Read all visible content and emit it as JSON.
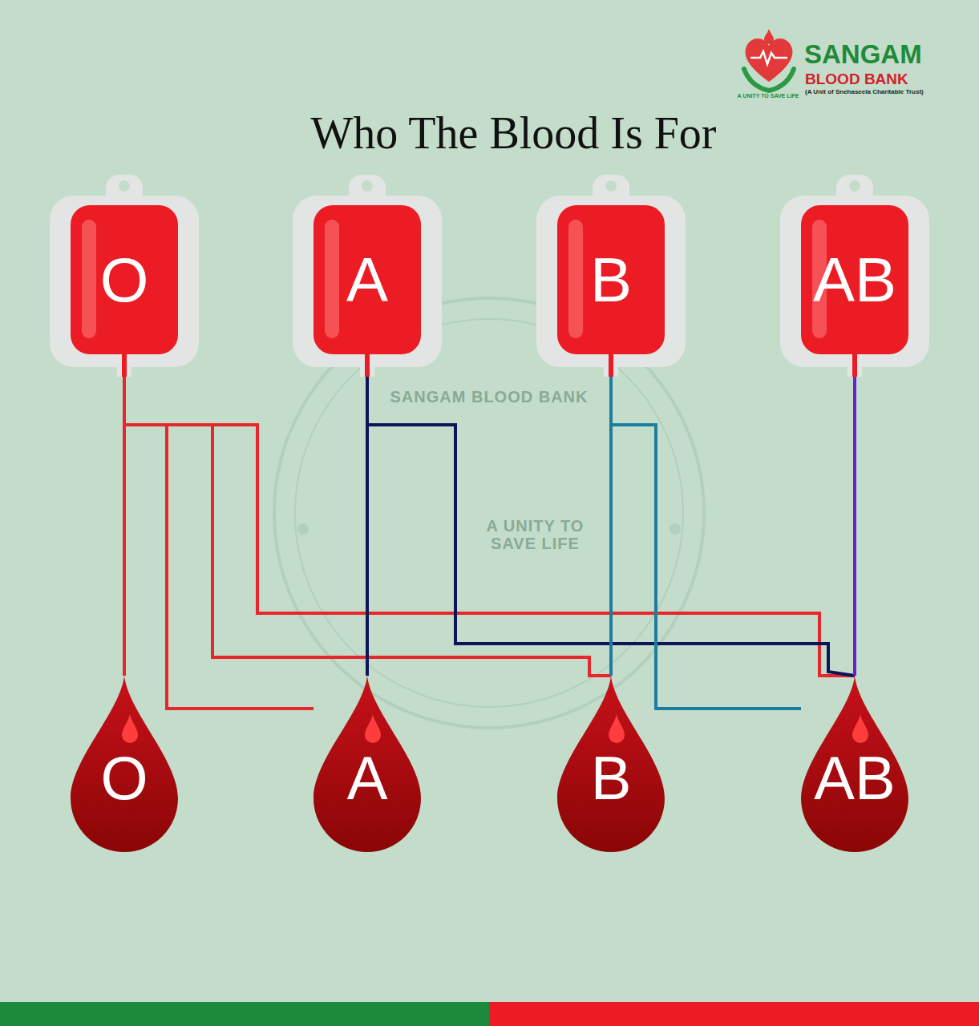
{
  "diagram": {
    "title": "Who The Blood Is For",
    "nodes": [
      {
        "text": [
          "O"
        ]
      },
      {
        "text": [
          "A"
        ]
      },
      {
        "text": [
          "B"
        ]
      },
      {
        "text": [
          "AB"
        ]
      },
      {
        "text": [
          "O"
        ]
      },
      {
        "text": [
          "A"
        ]
      },
      {
        "text": [
          "B"
        ]
      },
      {
        "text": [
          "AB"
        ]
      }
    ],
    "edges": [
      {
        "from": 0,
        "to": 4,
        "arrow": "none"
      },
      {
        "from": 0,
        "to": 5,
        "arrow": "none"
      },
      {
        "from": 0,
        "to": 6,
        "arrow": "none"
      },
      {
        "from": 0,
        "to": 7,
        "arrow": "none"
      },
      {
        "from": 1,
        "to": 5,
        "arrow": "none"
      },
      {
        "from": 1,
        "to": 7,
        "arrow": "none"
      },
      {
        "from": 2,
        "to": 6,
        "arrow": "none"
      },
      {
        "from": 2,
        "to": 7,
        "arrow": "none"
      },
      {
        "from": 3,
        "to": 7,
        "arrow": "none"
      }
    ],
    "labels": [
      "SANGAM",
      "BLOOD BANK",
      "(A Unit of Snehaseela Charitable Trust)",
      "A UNITY TO SAVE LIFE",
      "SANGAM BLOOD BANK",
      "A UNITY TO SAVE LIFE"
    ]
  }
}
